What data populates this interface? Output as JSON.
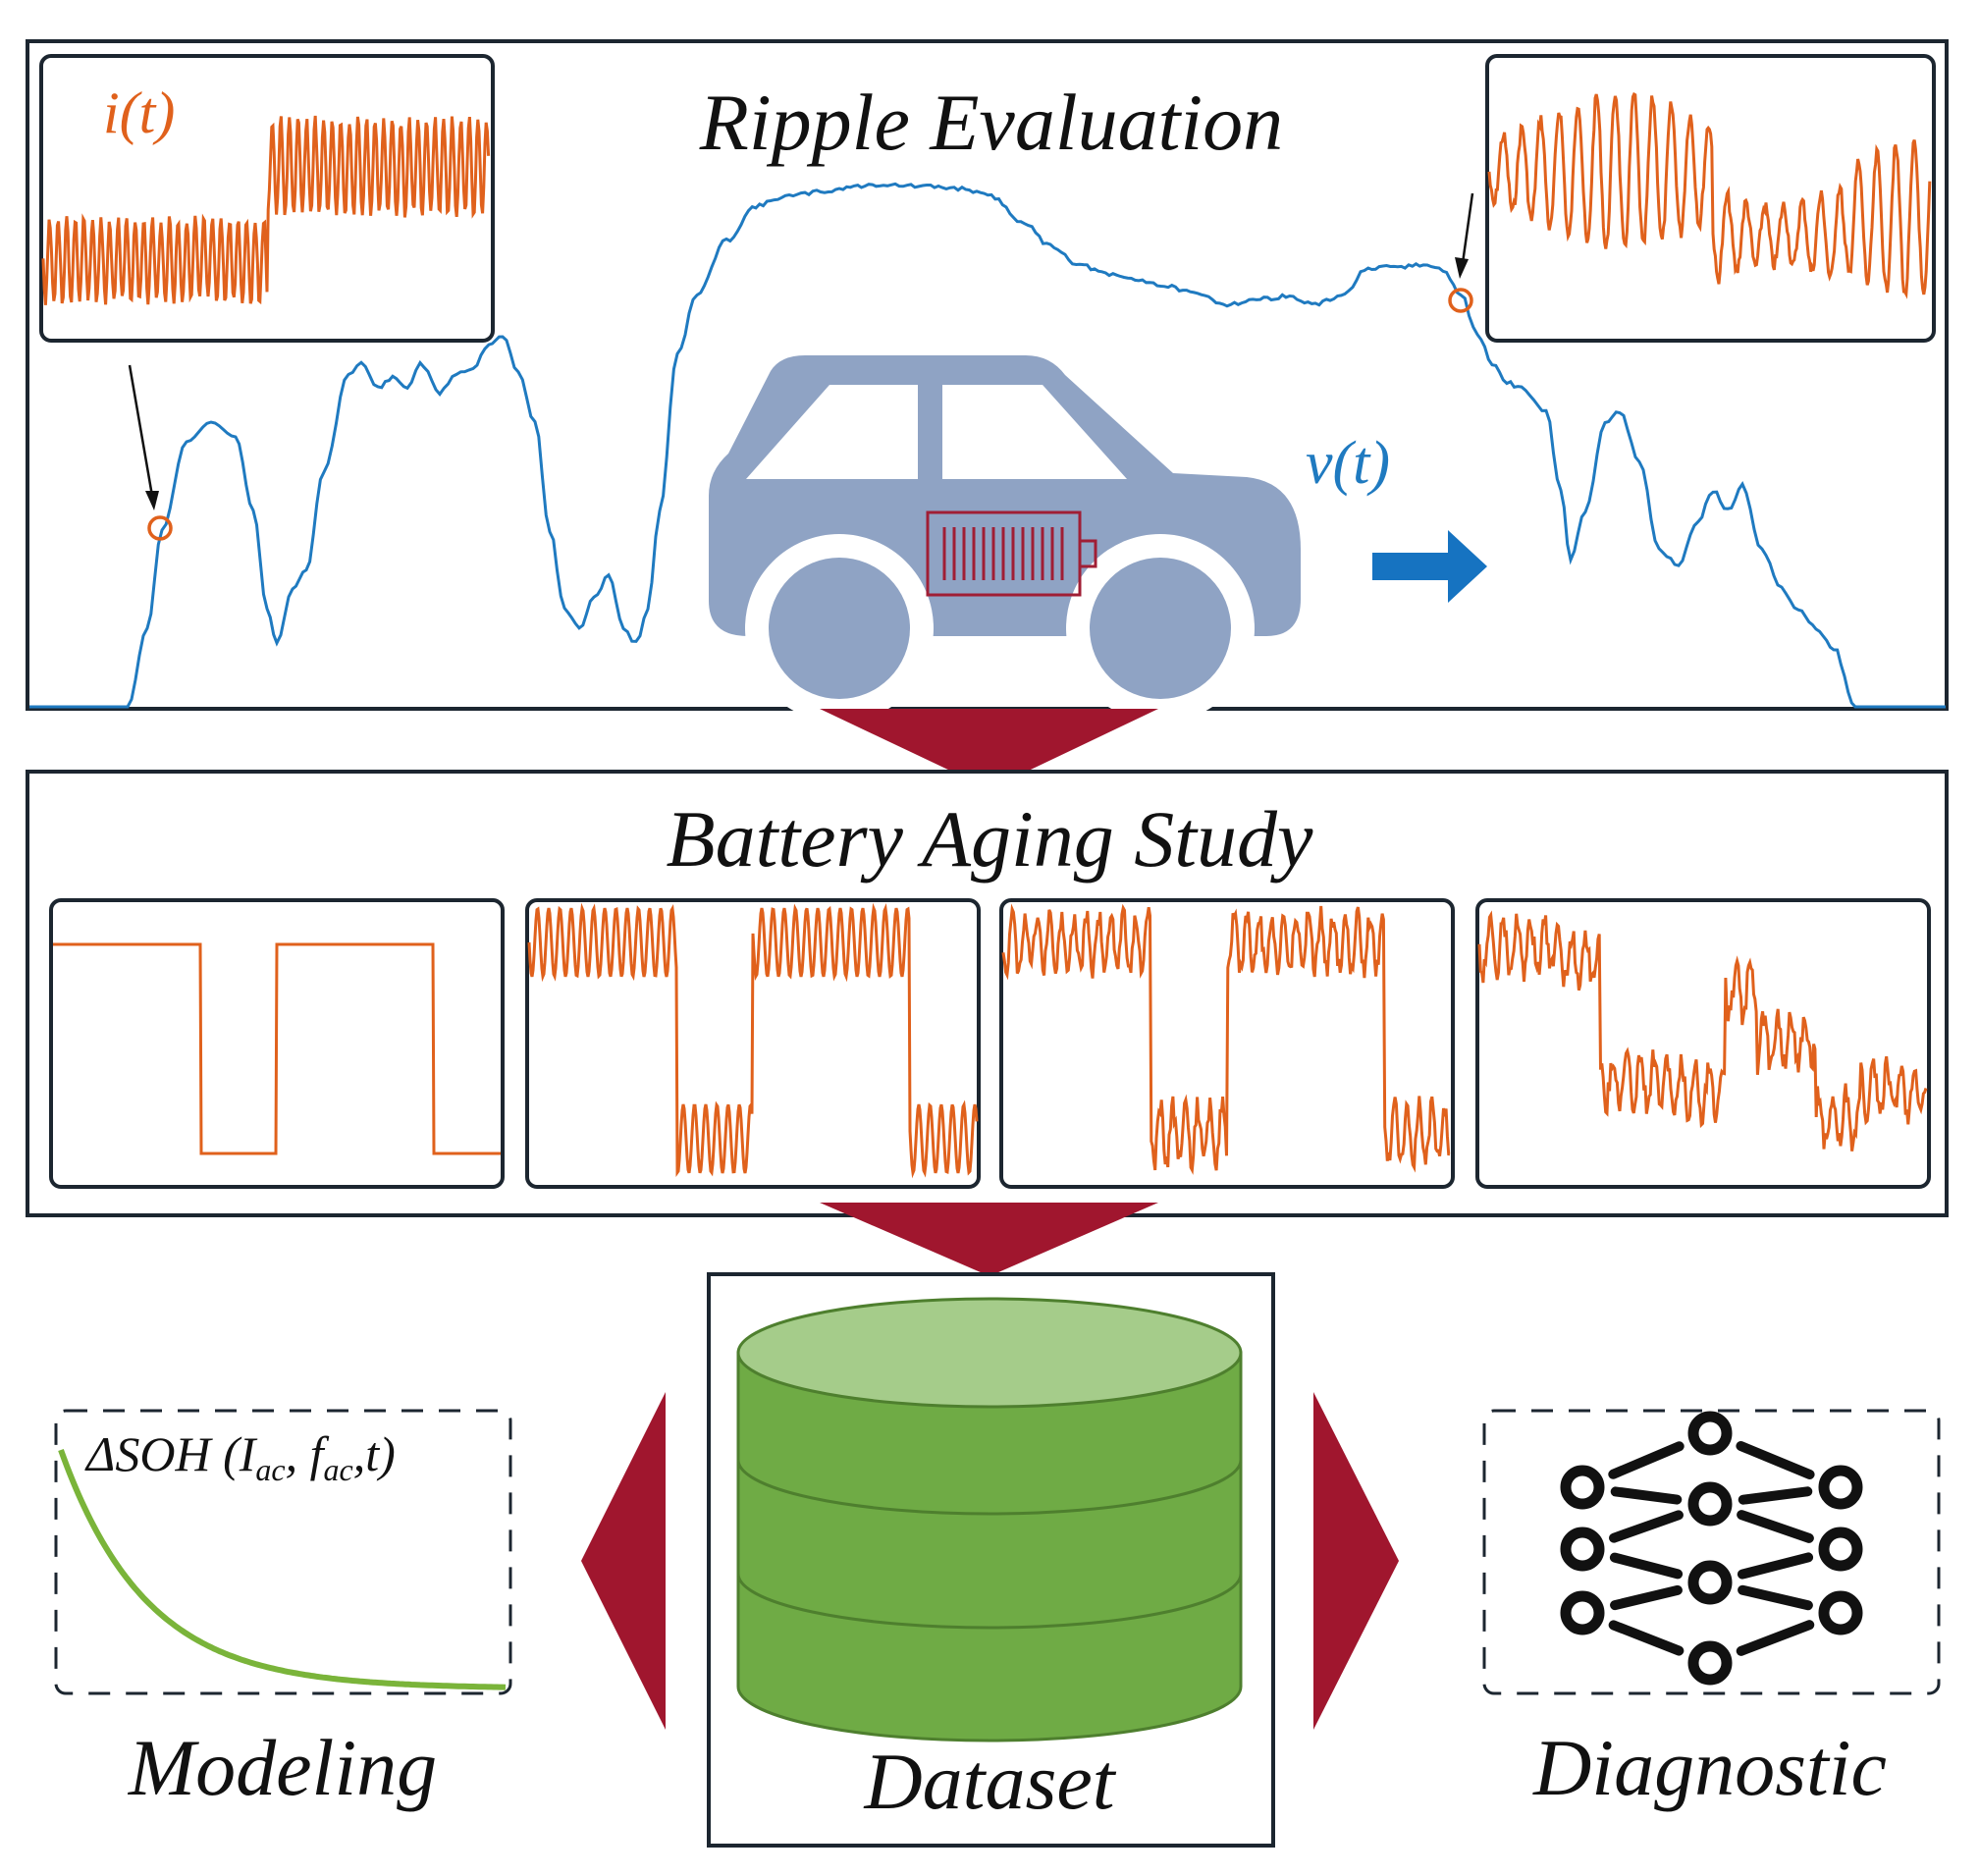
{
  "sections": {
    "ripple_title": "Ripple Evaluation",
    "aging_title": "Battery Aging Study",
    "modeling_label": "Modeling",
    "dataset_label": "Dataset",
    "diagnostic_label": "Diagnostic"
  },
  "labels": {
    "current_prefix": "i(",
    "current_var": "t",
    "current_suffix": ")",
    "voltage_prefix": "v(",
    "voltage_var": "t",
    "voltage_suffix": ")",
    "formula_delta": "ΔSOH (I",
    "formula_sub1": "ac",
    "formula_mid": ", f",
    "formula_sub2": "ac",
    "formula_end": ",t)"
  },
  "colors": {
    "signal": "#e0611c",
    "profile": "#1f7ac0",
    "arrow": "#a0162e",
    "car": "#8fa3c4",
    "database": "#6fab45",
    "database_top": "#a5cc8a",
    "decay_curve": "#7ab43a"
  },
  "icons": [
    "car-icon",
    "battery-icon",
    "database-icon",
    "neural-network-icon",
    "arrow-right-icon"
  ]
}
